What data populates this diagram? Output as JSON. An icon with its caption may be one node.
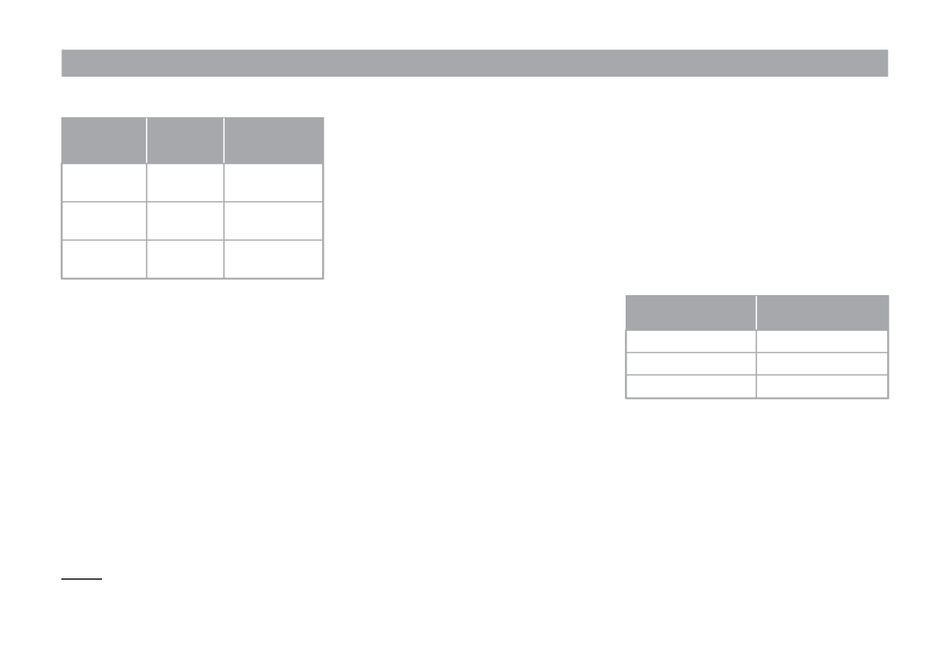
{
  "diagram": {
    "nodes": [
      {
        "text": [],
        "shape": "bar"
      },
      {
        "text": [],
        "shape": "table"
      },
      {
        "text": [],
        "shape": "table"
      }
    ]
  }
}
